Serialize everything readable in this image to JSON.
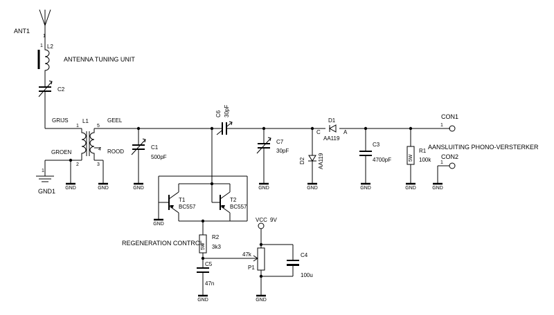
{
  "components": {
    "ant1": {
      "ref": "ANT1",
      "pin": "1"
    },
    "l2": {
      "ref": "L2",
      "pin": "1",
      "description": "ANTENNA TUNING UNIT"
    },
    "c2": {
      "ref": "C2"
    },
    "l1": {
      "ref": "L1",
      "pins": [
        "1",
        "5",
        "4",
        "2",
        "3"
      ],
      "wire_labels": [
        "GRIJS",
        "GEEL",
        "GROEN",
        "ROOD"
      ]
    },
    "c1": {
      "ref": "C1",
      "value": "500pF"
    },
    "c6": {
      "ref": "C6",
      "value": "30pF"
    },
    "c7": {
      "ref": "C7",
      "value": "30pF"
    },
    "d1": {
      "ref": "D1",
      "value": "AA119",
      "pin_c": "C",
      "pin_a": "A"
    },
    "d2": {
      "ref": "D2",
      "value": "AA119"
    },
    "c3": {
      "ref": "C3",
      "value": "4700pF"
    },
    "r1": {
      "ref": "R1",
      "value": "100k",
      "body": "5W"
    },
    "con1": {
      "ref": "CON1",
      "pin": "1",
      "description": "AANSLUITING PHONO-VERSTERKER"
    },
    "con2": {
      "ref": "CON2",
      "pin": "1"
    },
    "gnd1": {
      "ref": "GND1",
      "pin": "1"
    },
    "t1": {
      "ref": "T1",
      "value": "BC557"
    },
    "t2": {
      "ref": "T2",
      "value": "BC557"
    },
    "r2": {
      "ref": "R2",
      "value": "3k3",
      "body": "5W",
      "description": "REGENERATION CONTROL"
    },
    "c5": {
      "ref": "C5",
      "value": "47n"
    },
    "p1": {
      "ref": "P1",
      "value": "47k"
    },
    "c4": {
      "ref": "C4",
      "value": "100u"
    },
    "vcc": {
      "ref": "VCC",
      "value": "9V"
    }
  },
  "gnd_label": "GND"
}
